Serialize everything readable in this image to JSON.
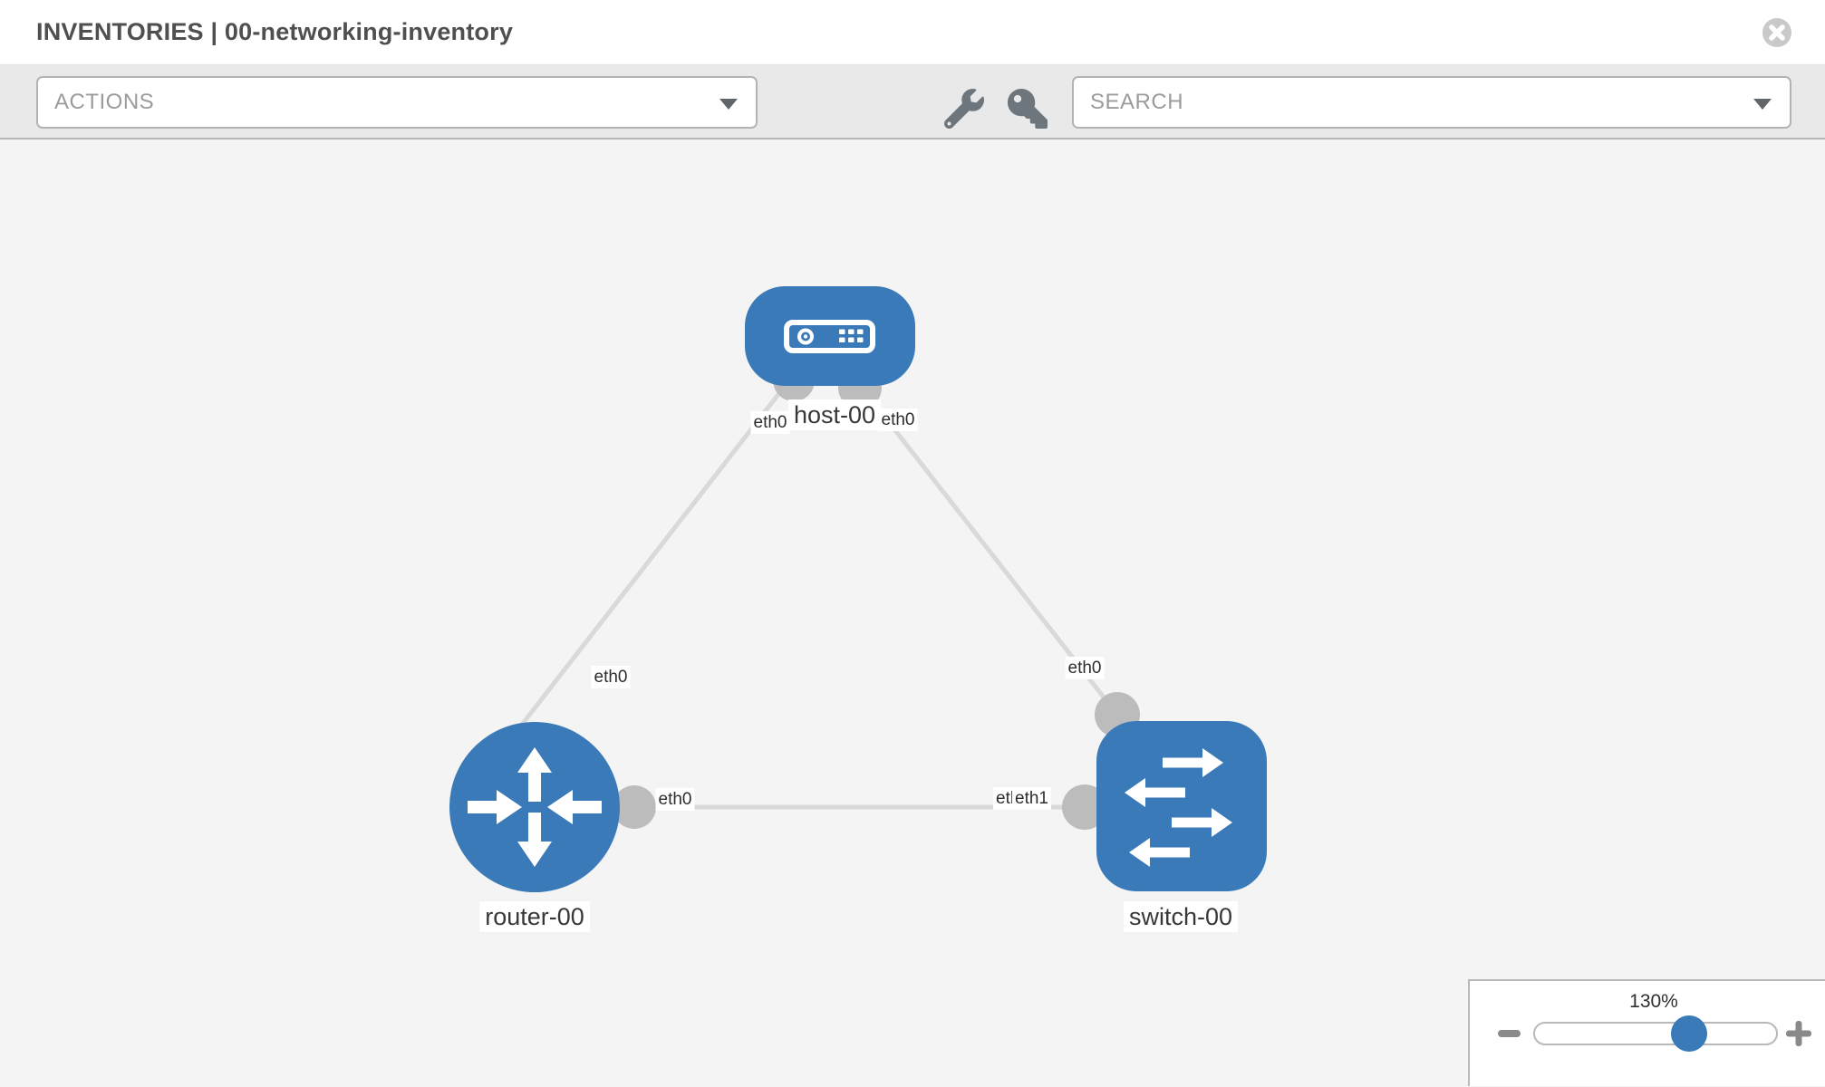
{
  "header": {
    "title": "INVENTORIES | 00-networking-inventory"
  },
  "toolbar": {
    "actions_label": "ACTIONS",
    "search_label": "SEARCH",
    "icons": [
      "wrench-icon",
      "key-icon"
    ]
  },
  "topology": {
    "nodes": [
      {
        "label": "host-00",
        "type": "host"
      },
      {
        "label": "router-00",
        "type": "router"
      },
      {
        "label": "switch-00",
        "type": "switch"
      }
    ],
    "links": [
      {
        "from": "host-00",
        "to": "router-00",
        "from_port": "eth0",
        "to_port": "eth0"
      },
      {
        "from": "host-00",
        "to": "switch-00",
        "from_port": "eth0",
        "to_port": "eth0"
      },
      {
        "from": "router-00",
        "to": "switch-00",
        "from_port": "eth0",
        "to_port": "eth1",
        "to_port_overlapped": "eth0"
      }
    ]
  },
  "zoom_control": {
    "level": "130%"
  },
  "colors": {
    "node_blue": "#3b7ab8",
    "link_gray": "#d9d9d9",
    "endpoint_gray": "#bcbcbc",
    "toolbar_gray": "#e9e9e9"
  }
}
